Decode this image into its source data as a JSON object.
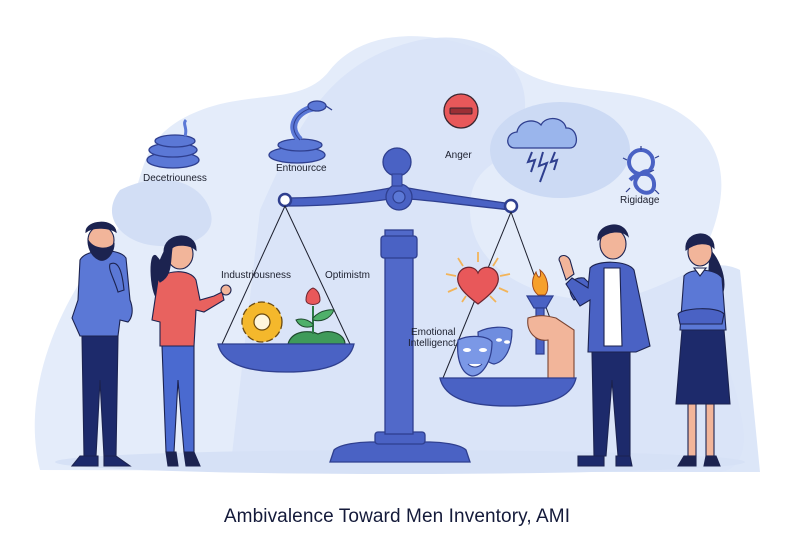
{
  "title": "Ambivalence Toward Men Inventory, AMI",
  "labels": {
    "deceitfulness": "Decetriouness",
    "entitlement": "Entnourcce",
    "anger": "Anger",
    "rigidity": "Rigidage",
    "industriousness": "Industriousness",
    "optimism": "Optimistm",
    "emotional_intelligence_line1": "Emotional",
    "emotional_intelligence_line2": "Intelligenct"
  },
  "icons": {
    "deceitfulness": "coiled-snake-icon",
    "entitlement": "rearing-snake-icon",
    "anger": "red-minus-circle-icon",
    "storm": "storm-cloud-icon",
    "rigidity": "barbed-wire-knot-icon",
    "industriousness": "gear-icon",
    "optimism": "flower-sprout-icon",
    "love": "glowing-heart-icon",
    "masks": "theater-masks-icon",
    "torch": "torch-icon"
  },
  "colors": {
    "scale_blue": "#4a62c4",
    "scale_dark": "#2f3f8f",
    "blob_light": "#dfe8f8",
    "blob_mid": "#c9d8f3",
    "heart_red": "#e8585a",
    "gear_yellow": "#f4b82c",
    "leaf_green": "#3f9a5a",
    "title_navy": "#141a3a"
  }
}
